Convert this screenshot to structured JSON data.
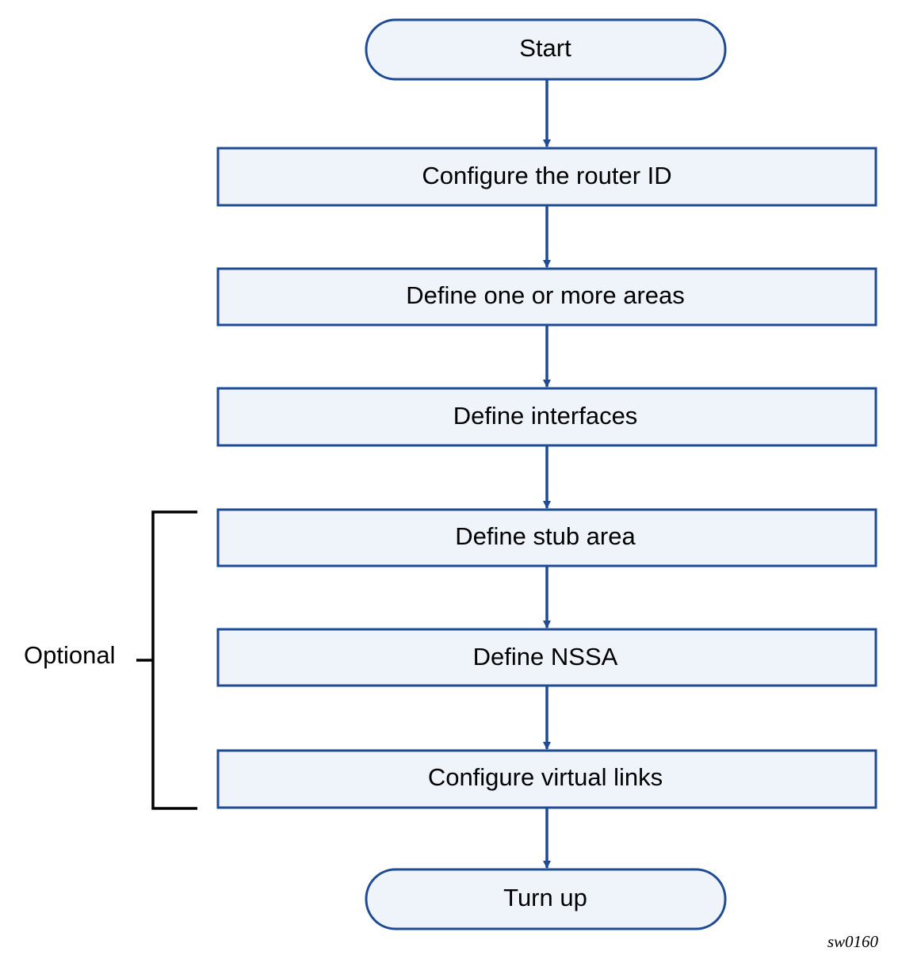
{
  "colors": {
    "box_fill": "#eef4fa",
    "box_stroke": "#1f4a94",
    "arrow": "#1f4a94",
    "bracket": "#000000"
  },
  "nodes": [
    {
      "id": "start",
      "shape": "terminal",
      "label": "Start"
    },
    {
      "id": "router-id",
      "shape": "process",
      "label": "Configure the router ID"
    },
    {
      "id": "areas",
      "shape": "process",
      "label": "Define one or more areas"
    },
    {
      "id": "interfaces",
      "shape": "process",
      "label": "Define interfaces"
    },
    {
      "id": "stub-area",
      "shape": "process",
      "label": "Define stub area"
    },
    {
      "id": "nssa",
      "shape": "process",
      "label": "Define NSSA"
    },
    {
      "id": "virtual-links",
      "shape": "process",
      "label": "Configure virtual links"
    },
    {
      "id": "turn-up",
      "shape": "terminal",
      "label": "Turn up"
    }
  ],
  "edges": [
    {
      "from": "start",
      "to": "router-id"
    },
    {
      "from": "router-id",
      "to": "areas"
    },
    {
      "from": "areas",
      "to": "interfaces"
    },
    {
      "from": "interfaces",
      "to": "stub-area"
    },
    {
      "from": "stub-area",
      "to": "nssa"
    },
    {
      "from": "nssa",
      "to": "virtual-links"
    },
    {
      "from": "virtual-links",
      "to": "turn-up"
    }
  ],
  "optional_group": {
    "label": "Optional",
    "nodes": [
      "stub-area",
      "nssa",
      "virtual-links"
    ]
  },
  "figure_id": "sw0160"
}
